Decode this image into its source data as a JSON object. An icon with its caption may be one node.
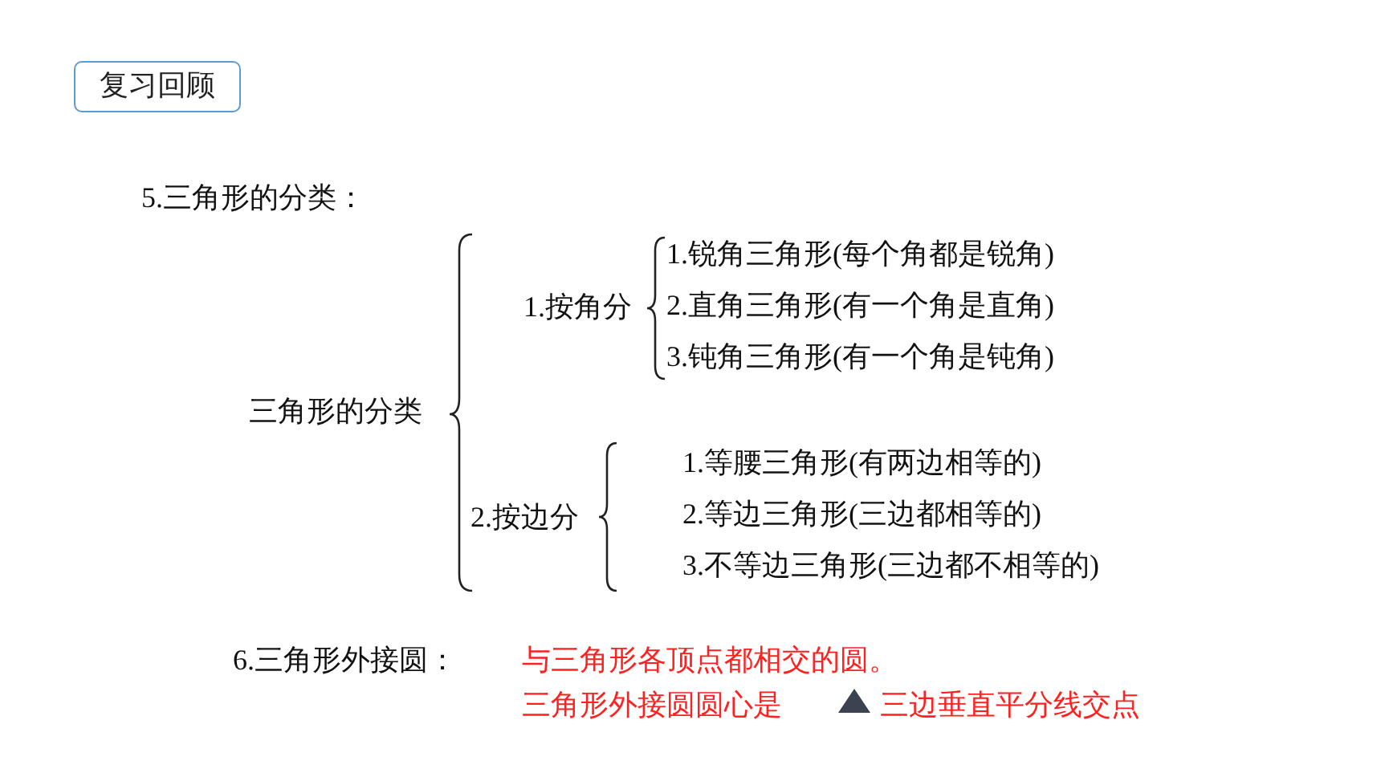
{
  "diagram": {
    "nodes": [
      {
        "text": [
          "复习回顾"
        ]
      }
    ],
    "labels": [
      "5.三角形的分类：",
      "三角形的分类",
      "1.按角分",
      "1.锐角三角形(每个角都是锐角)",
      "2.直角三角形(有一个角是直角)",
      "3.钝角三角形(有一个角是钝角)",
      "2.按边分",
      "1.等腰三角形(有两边相等的)",
      "2.等边三角形(三边都相等的)",
      "3.不等边三角形(三边都不相等的)",
      "6.三角形外接圆：",
      "与三角形各顶点都相交的圆。",
      "三角形外接圆圆心是",
      "三边垂直平分线交点"
    ]
  }
}
